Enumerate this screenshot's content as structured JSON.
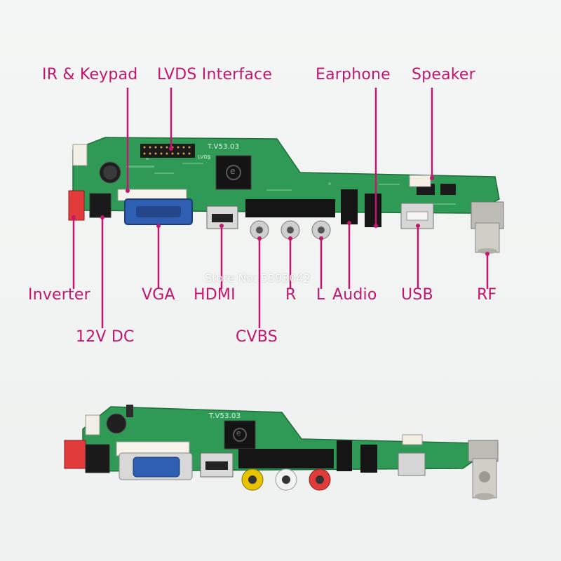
{
  "labels": {
    "ir_keypad": "IR & Keypad",
    "lvds": "LVDS Interface",
    "earphone": "Earphone",
    "speaker": "Speaker",
    "inverter": "Inverter",
    "vga": "VGA",
    "hdmi": "HDMI",
    "r": "R",
    "l": "L",
    "audio": "Audio",
    "usb": "USB",
    "rf": "RF",
    "dc12v": "12V DC",
    "cvbs": "CVBS"
  },
  "watermark": "Store No: 5393042",
  "board_silk": {
    "model": "T.V53.03",
    "lvds_mark": "LVDS",
    "chip_mark": "e"
  },
  "colors": {
    "label_text": "#c4166e",
    "leader_line": "#c4166e",
    "pcb": "#2f9a55",
    "vga_blue": "#2f5fb3",
    "connector_red": "#e23b3b"
  }
}
